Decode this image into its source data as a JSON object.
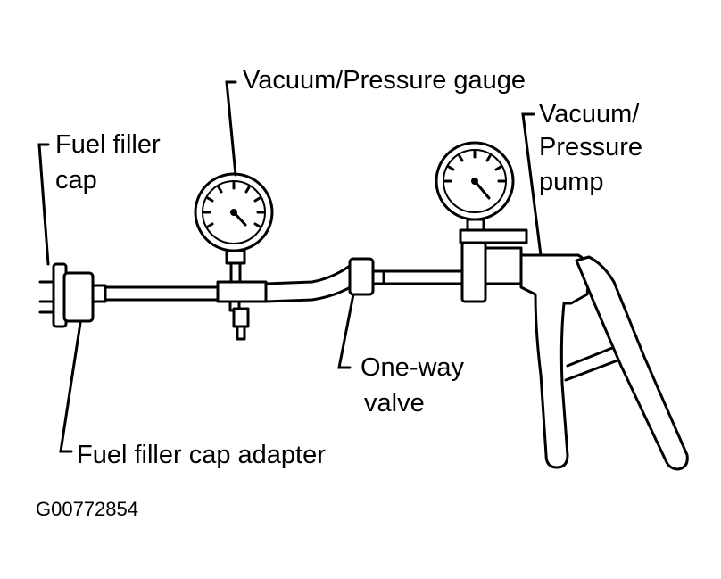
{
  "labels": {
    "vacuum_pressure_gauge": "Vacuum/Pressure gauge",
    "pump_line1": "Vacuum/",
    "pump_line2": "Pressure",
    "pump_line3": "pump",
    "fuel_filler_cap_line1": "Fuel filler",
    "fuel_filler_cap_line2": "cap",
    "one_way_valve_line1": "One-way",
    "one_way_valve_line2": "valve",
    "fuel_filler_cap_adapter": "Fuel filler cap adapter"
  },
  "figure_code": "G00772854",
  "colors": {
    "ink": "#000000",
    "paper": "#ffffff"
  }
}
